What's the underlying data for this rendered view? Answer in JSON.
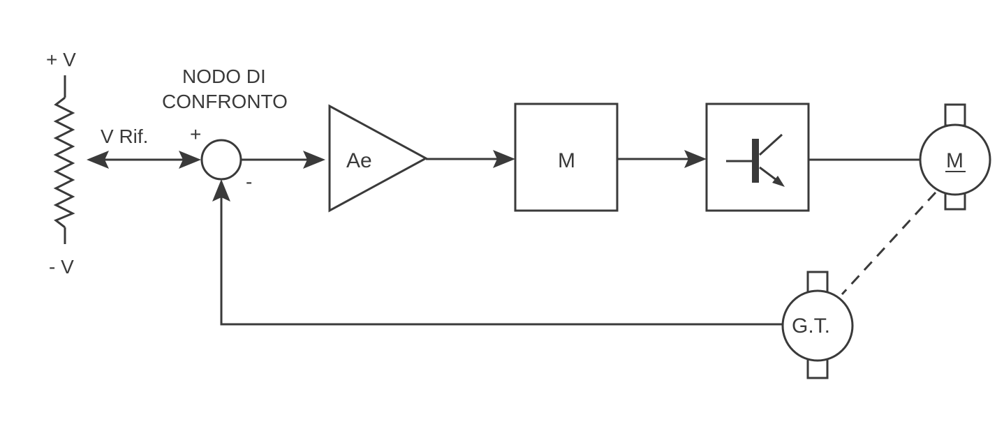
{
  "labels": {
    "plus_v": "+ V",
    "minus_v": "- V",
    "v_rif": "V Rif.",
    "nodo_line1": "NODO  DI",
    "nodo_line2": "CONFRONTO",
    "plus_sign": "+",
    "minus_sign": "-"
  },
  "blocks": {
    "amplifier": "Ae",
    "modulator": "M",
    "motor": "M",
    "tachogenerator": "G.T."
  }
}
